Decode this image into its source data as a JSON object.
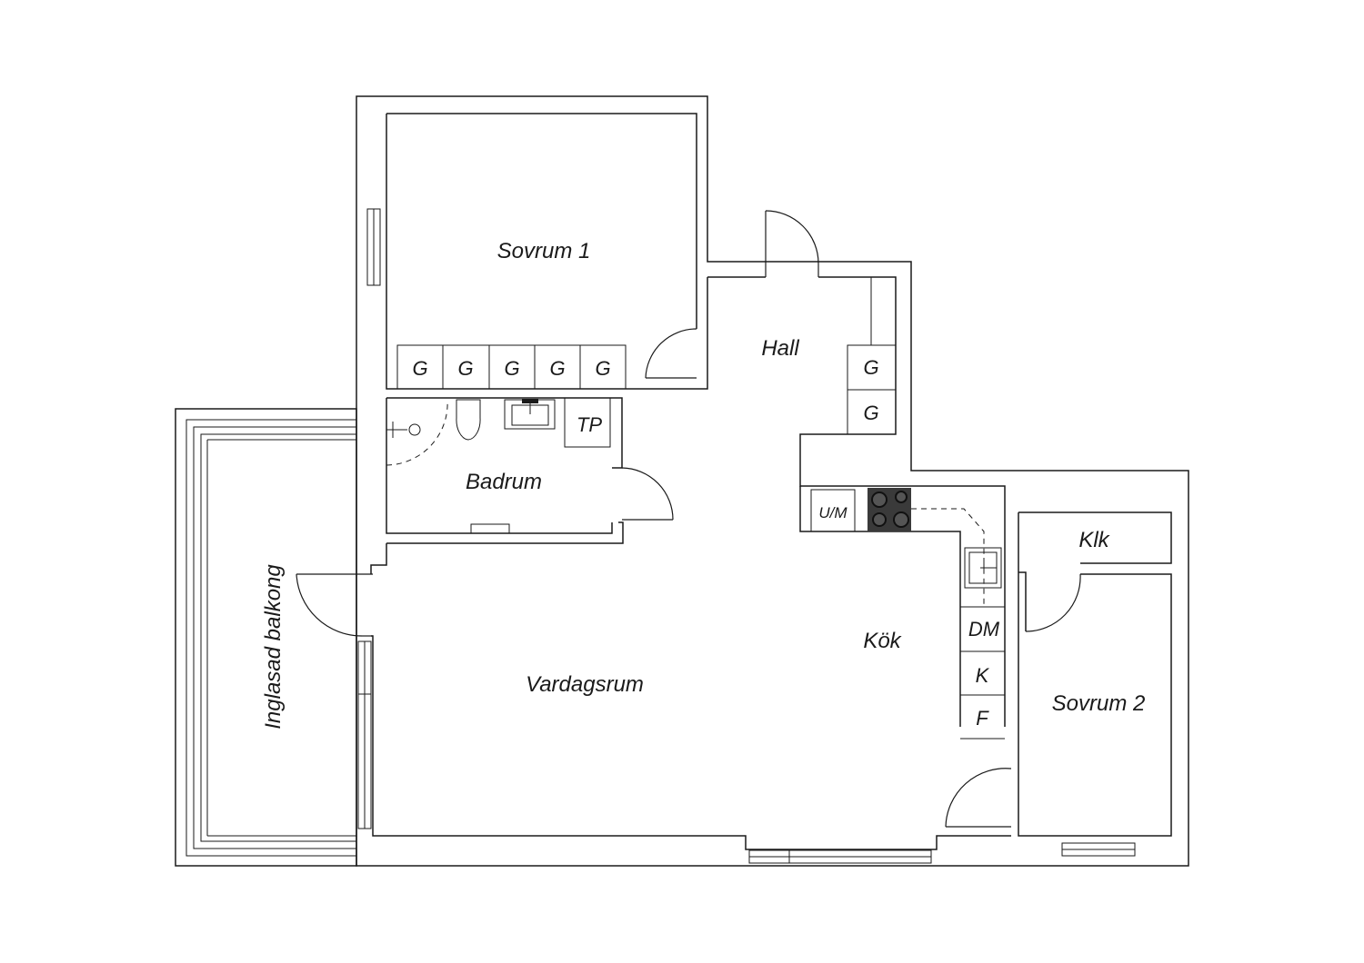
{
  "rooms": {
    "sovrum1": "Sovrum 1",
    "hall": "Hall",
    "badrum": "Badrum",
    "balkong": "Inglasad balkong",
    "vardagsrum": "Vardagsrum",
    "kok": "Kök",
    "klk": "Klk",
    "sovrum2": "Sovrum 2"
  },
  "fixtures": {
    "garderob": "G",
    "tp": "TP",
    "um": "U/M",
    "dm": "DM",
    "k": "K",
    "f": "F"
  }
}
